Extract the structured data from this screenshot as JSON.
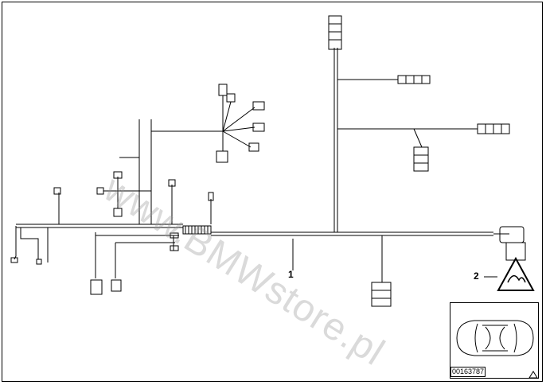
{
  "callouts": {
    "part_1": "1",
    "part_2": "2"
  },
  "thumbnail": {
    "diagram_id": "00163787"
  },
  "watermark": {
    "text": "www.BMWstore.pl"
  },
  "icons": {
    "warning": "warning-triangle-icon",
    "corner": "corner-triangle-icon"
  },
  "colors": {
    "line": "#000000",
    "watermark": "#969696"
  }
}
